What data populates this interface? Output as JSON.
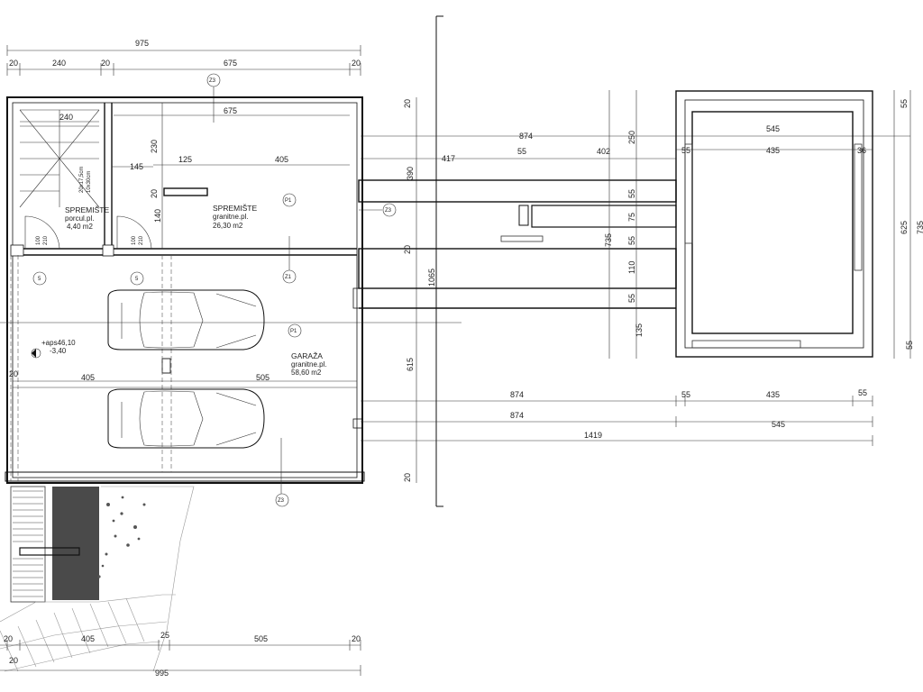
{
  "dims": {
    "top_total": "975",
    "top_seg1": "20",
    "top_seg2": "240",
    "top_seg3": "20",
    "top_seg4": "675",
    "top_seg5": "20",
    "in_240": "240",
    "in_675": "675",
    "in_145": "145",
    "in_125": "125",
    "in_405": "405",
    "v_230": "230",
    "v_20": "20",
    "v_140": "140",
    "door_w1": "100",
    "door_h1": "210",
    "door_w2": "100",
    "door_h2": "210",
    "gar_20": "20",
    "gar_405": "405",
    "gar_505": "505",
    "bot_20a": "20",
    "bot_405": "405",
    "bot_25": "25",
    "bot_505": "505",
    "bot_20b": "20",
    "bot_total": "995",
    "sec_20_top": "20",
    "sec_20_mid": "20",
    "sec_390": "390",
    "sec_1065": "1065",
    "sec_615": "615",
    "sec_20_bot": "20",
    "r_874": "874",
    "r_417": "417",
    "r_55": "55",
    "r_402": "402",
    "r_250": "250",
    "r_55a": "55",
    "r_75": "75",
    "r_55b": "55",
    "r_110": "110",
    "r_55c": "55",
    "r_135": "135",
    "r_735": "735",
    "p_545": "545",
    "p_55": "55",
    "p_435": "435",
    "p_36": "36",
    "p_55_r_top": "55",
    "p_625": "625",
    "p_735_r": "735",
    "p_55_r_bot": "55",
    "b_874a": "874",
    "b_55a": "55",
    "b_435": "435",
    "b_55b": "55",
    "b_874b": "874",
    "b_545": "545",
    "b_1419": "1419"
  },
  "rooms": {
    "storage_small_name": "SPREMIŠTE",
    "storage_small_floor": "porcul.pl.",
    "storage_small_area": "4,40 m2",
    "storage_name": "SPREMIŠTE",
    "storage_floor": "granitne.pl.",
    "storage_area": "26,30 m2",
    "garage_name": "GARAŽA",
    "garage_floor": "granitne.pl.",
    "garage_area": "58,60 m2"
  },
  "stair_note_1": "20x17,5cm",
  "stair_note_2": "10x30cm",
  "level_mark": "+aps46,10",
  "level_rel": "-3,40",
  "tags": {
    "z3_top": "Z3",
    "z3_mid": "Z3",
    "z3_bot": "Z3",
    "p1_store": "P1",
    "p1_garage": "P1",
    "z1": "Z1",
    "s5a": "5",
    "s5b": "5"
  }
}
